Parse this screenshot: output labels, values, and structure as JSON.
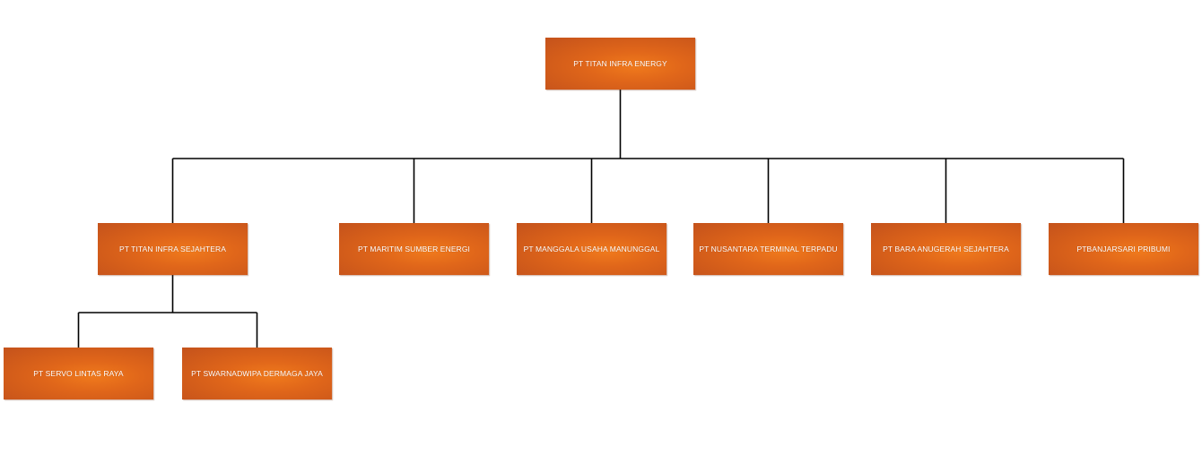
{
  "org_chart": {
    "root": "PT TITAN INFRA ENERGY",
    "subsidiaries": [
      "PT TITAN INFRA SEJAHTERA",
      "PT MARITIM SUMBER ENERGI",
      "PT MANGGALA USAHA MANUNGGAL",
      "PT NUSANTARA TERMINAL TERPADU",
      "PT BARA ANUGERAH SEJAHTERA",
      "PTBANJARSARI PRIBUMI"
    ],
    "sub_subsidiaries": [
      "PT SERVO LINTAS RAYA",
      "PT SWARNADWIPA DERMAGA JAYA"
    ],
    "colors": {
      "box_fill": "#e0661a",
      "box_edge": "#c4521b",
      "connector": "#000000",
      "text": "#ffffff"
    }
  }
}
